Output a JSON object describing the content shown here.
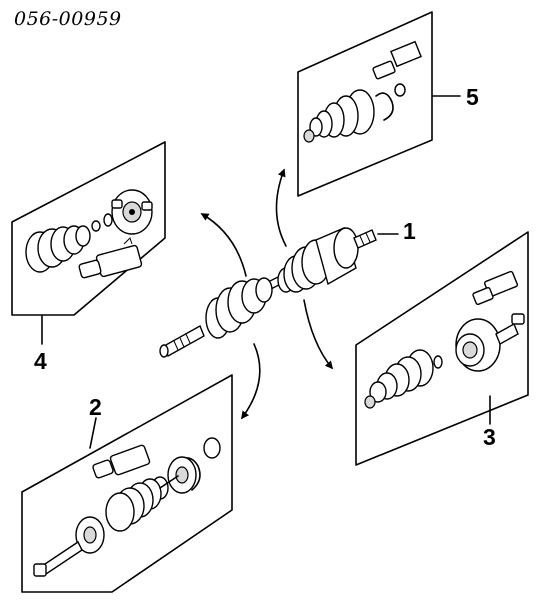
{
  "header": {
    "part_number": "056-00959"
  },
  "callouts": {
    "c1": "1",
    "c2": "2",
    "c3": "3",
    "c4": "4",
    "c5": "5"
  }
}
